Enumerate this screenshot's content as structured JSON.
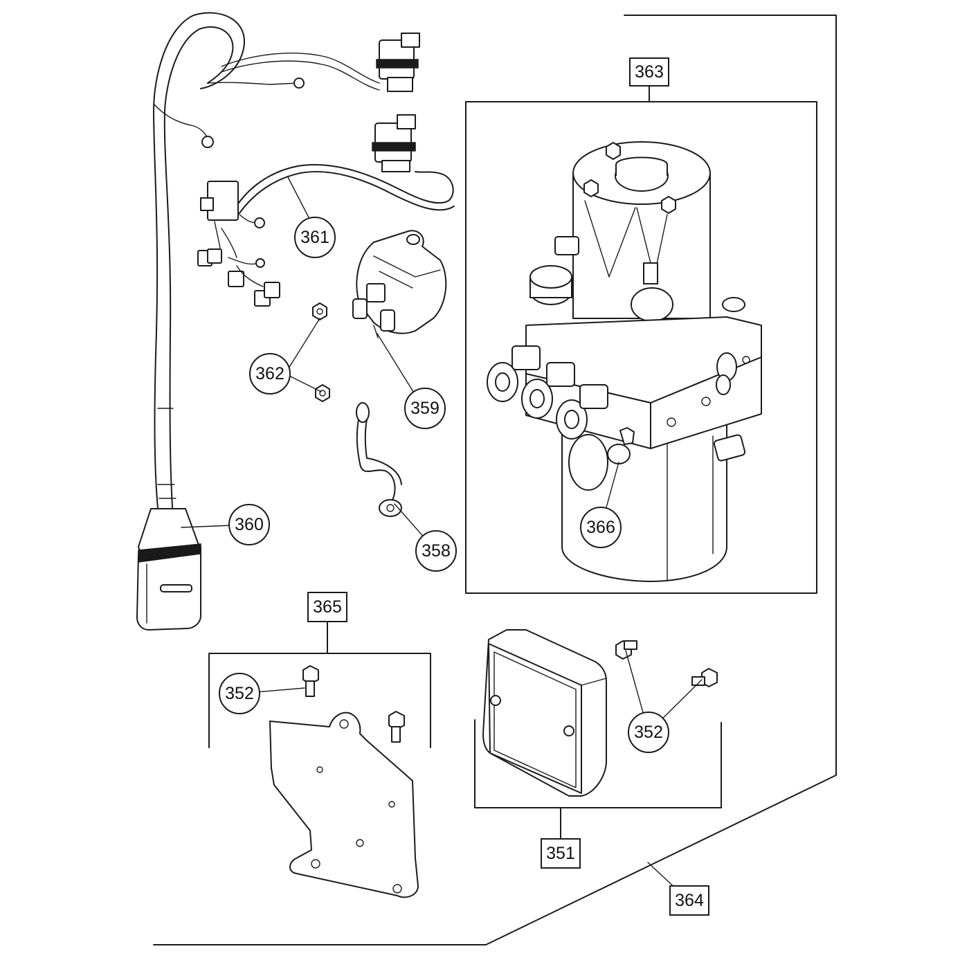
{
  "callouts": {
    "c363": "363",
    "c361": "361",
    "c362": "362",
    "c359": "359",
    "c360": "360",
    "c358": "358",
    "c366": "366",
    "c365": "365",
    "c352a": "352",
    "c352b": "352",
    "c351": "351",
    "c364": "364"
  }
}
